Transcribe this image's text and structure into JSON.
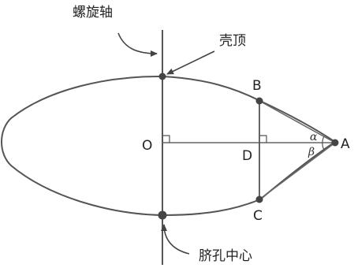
{
  "labels": {
    "spiral_axis": "螺旋轴",
    "apex": "壳顶",
    "umbilicus": "脐孔中心",
    "A": "A",
    "B": "B",
    "C": "C",
    "D": "D",
    "O": "O",
    "alpha": "α",
    "beta": "β"
  },
  "colors": {
    "stroke": "#555555",
    "point": "#444444",
    "text": "#222222"
  }
}
